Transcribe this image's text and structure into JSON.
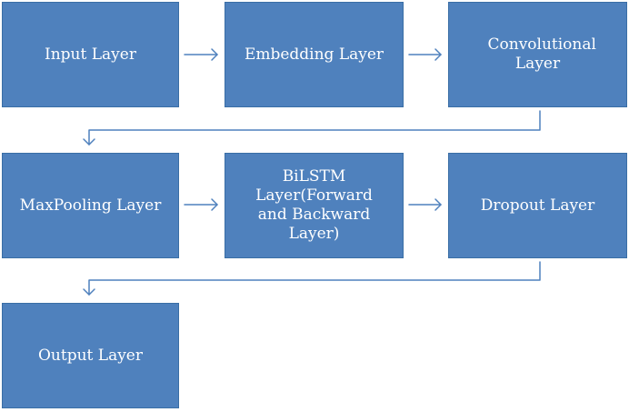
{
  "diagram": {
    "nodes": [
      {
        "id": "input",
        "label": "Input Layer"
      },
      {
        "id": "embedding",
        "label": "Embedding Layer"
      },
      {
        "id": "convolutional",
        "label": "Convolutional Layer"
      },
      {
        "id": "maxpooling",
        "label": "MaxPooling Layer"
      },
      {
        "id": "bilstm",
        "label": "BiLSTM Layer(Forward and Backward Layer)"
      },
      {
        "id": "dropout",
        "label": "Dropout Layer"
      },
      {
        "id": "output",
        "label": "Output Layer"
      }
    ],
    "edges": [
      {
        "from": "input",
        "to": "embedding"
      },
      {
        "from": "embedding",
        "to": "convolutional"
      },
      {
        "from": "convolutional",
        "to": "maxpooling"
      },
      {
        "from": "maxpooling",
        "to": "bilstm"
      },
      {
        "from": "bilstm",
        "to": "dropout"
      },
      {
        "from": "dropout",
        "to": "output"
      }
    ],
    "colors": {
      "box_fill": "#4f81bd",
      "box_text": "#ffffff",
      "arrow": "#4f81bd"
    }
  }
}
